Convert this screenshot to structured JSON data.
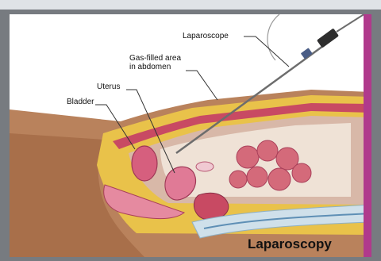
{
  "labels": {
    "laparoscope": "Laparoscope",
    "gas_filled_line1": "Gas-filled area",
    "gas_filled_line2": "in abdomen",
    "uterus": "Uterus",
    "bladder": "Bladder"
  },
  "title": "Laparoscopy",
  "colors": {
    "skin": "#b9825c",
    "fat": "#e9c24a",
    "tissue": "#c84a63",
    "intestine": "#d46a7a",
    "bone": "#cfe0ea",
    "edge_accent": "#b03a8c"
  }
}
